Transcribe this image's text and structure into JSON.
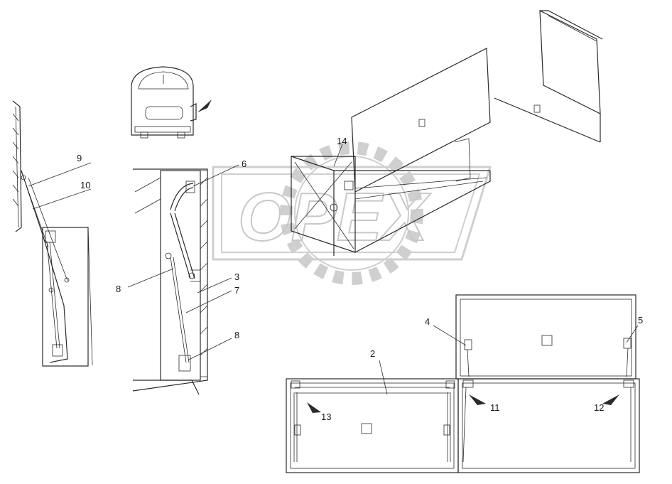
{
  "watermark": {
    "text": "OPEX"
  },
  "callouts": {
    "c1": "9",
    "c2": "10",
    "c3": "6",
    "c4": "8",
    "c5": "3",
    "c6": "7",
    "c7": "8",
    "c8": "14",
    "c9": "4",
    "c10": "5",
    "c11": "2",
    "c12": "13",
    "c13": "11",
    "c14": "12"
  },
  "colors": {
    "line": "#2a2a2a",
    "watermark": "#c8c8c8",
    "background": "#ffffff"
  }
}
